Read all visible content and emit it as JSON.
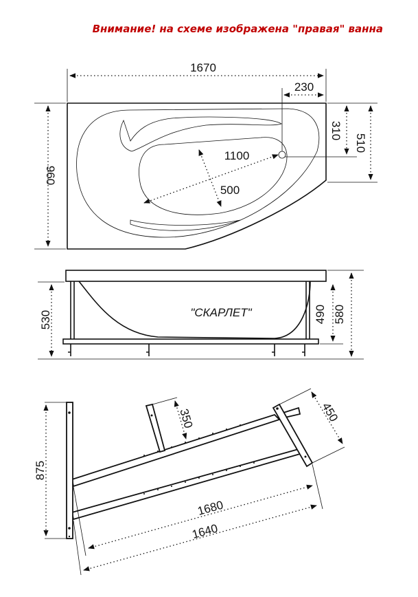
{
  "warning": "Внимание! на схеме изображена \"правая\" ванна",
  "model_name": "\"СКАРЛЕТ\"",
  "top_view": {
    "length": "1670",
    "width": "960",
    "drain_offset_x": "230",
    "drain_offset_y": "310",
    "right_side": "510",
    "inner_length": "1100",
    "inner_width": "500"
  },
  "side_view": {
    "height_frame": "530",
    "height_bowl": "490",
    "height_total": "580"
  },
  "frame_view": {
    "frame_height": "875",
    "leg_short": "350",
    "leg_long": "450",
    "beam_upper": "1680",
    "beam_lower": "1640"
  }
}
